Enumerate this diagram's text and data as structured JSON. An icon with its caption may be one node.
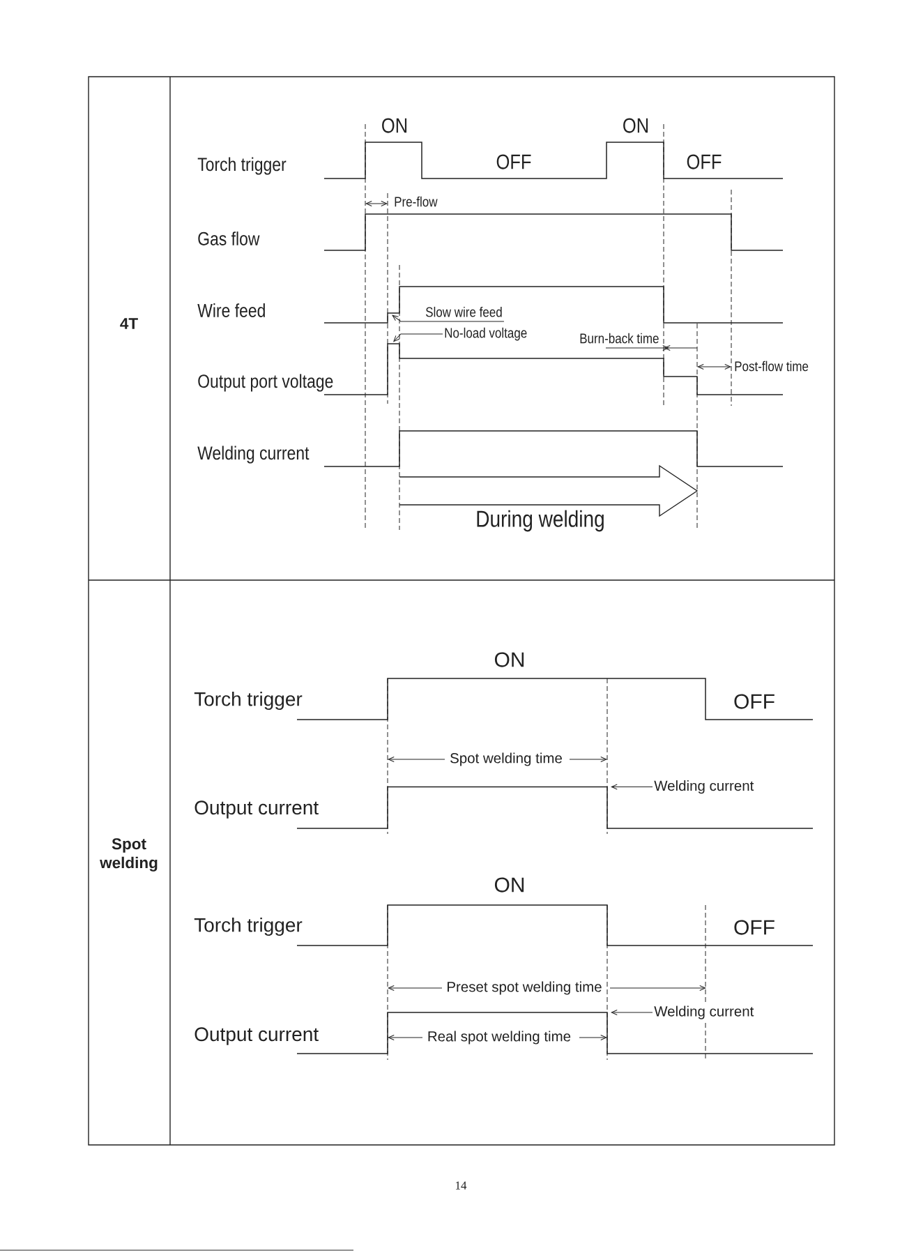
{
  "diagram": {
    "nodes": [
      {
        "text": [],
        "shape": "waveform",
        "beside": [
          "ON",
          "ON",
          "Torch trigger"
        ]
      },
      {
        "text": [],
        "shape": "waveform",
        "beside": [
          "Gas flow"
        ]
      },
      {
        "text": [],
        "shape": "waveform",
        "beside": [
          "Wire feed"
        ]
      },
      {
        "text": [
          "Slow wire feed"
        ],
        "in": 2
      },
      {
        "text": [
          "No-load voltage"
        ]
      },
      {
        "text": [],
        "shape": "waveform",
        "beside": [
          "Output port voltage"
        ]
      },
      {
        "text": [],
        "shape": "waveform",
        "beside": [
          "Welding current"
        ]
      },
      {
        "text": [],
        "shape": "waveform",
        "beside": [
          "ON",
          "Torch trigger"
        ]
      },
      {
        "text": [],
        "shape": "waveform",
        "beside": [
          "Output current"
        ]
      },
      {
        "text": [
          "Welding current"
        ]
      },
      {
        "text": [],
        "shape": "waveform",
        "beside": [
          "ON",
          "Torch trigger"
        ]
      },
      {
        "text": [],
        "shape": "waveform",
        "beside": [
          "Output current"
        ]
      },
      {
        "text": [
          "Welding current"
        ]
      }
    ],
    "edges": [
      {
        "from": 3,
        "to": 2,
        "arrow": "to"
      },
      {
        "from": 4,
        "to": 5,
        "arrow": "to"
      },
      {
        "from": 9,
        "to": 8,
        "arrow": "to"
      },
      {
        "from": 12,
        "to": 11,
        "arrow": "to"
      }
    ],
    "labels": [
      "4T",
      "OFF",
      "OFF",
      "Pre-flow",
      "Burn-back time",
      "Post-flow time",
      "During welding",
      "Spot welding",
      "OFF",
      "Spot welding time",
      "OFF",
      "Preset spot welding time",
      "Real spot welding time",
      "14"
    ]
  }
}
